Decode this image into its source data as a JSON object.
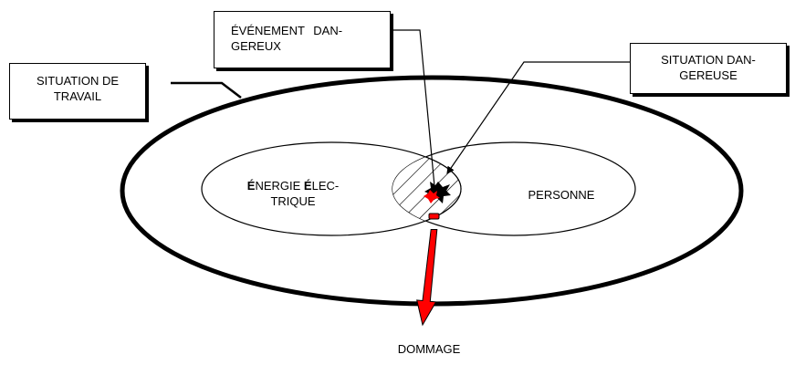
{
  "labels": {
    "situation_travail": [
      "SITUATION DE",
      "TRAVAIL"
    ],
    "evenement_dangereux": [
      "ÉVÉNEMENT DAN-",
      "GEREUX"
    ],
    "situation_dangereuse": [
      "SITUATION DAN-",
      "GEREUSE"
    ],
    "energie_electrique": {
      "line1_parts": [
        "É",
        "NERGIE ",
        "É",
        "LEC-"
      ],
      "line2": "TRIQUE"
    },
    "personne": "PERSONNE",
    "dommage": "DOMMAGE"
  },
  "colors": {
    "outline": "#000000",
    "background": "#ffffff",
    "damage_arrow": "#ff0000",
    "event_burst": "#000000",
    "event_core": "#ff0000"
  }
}
